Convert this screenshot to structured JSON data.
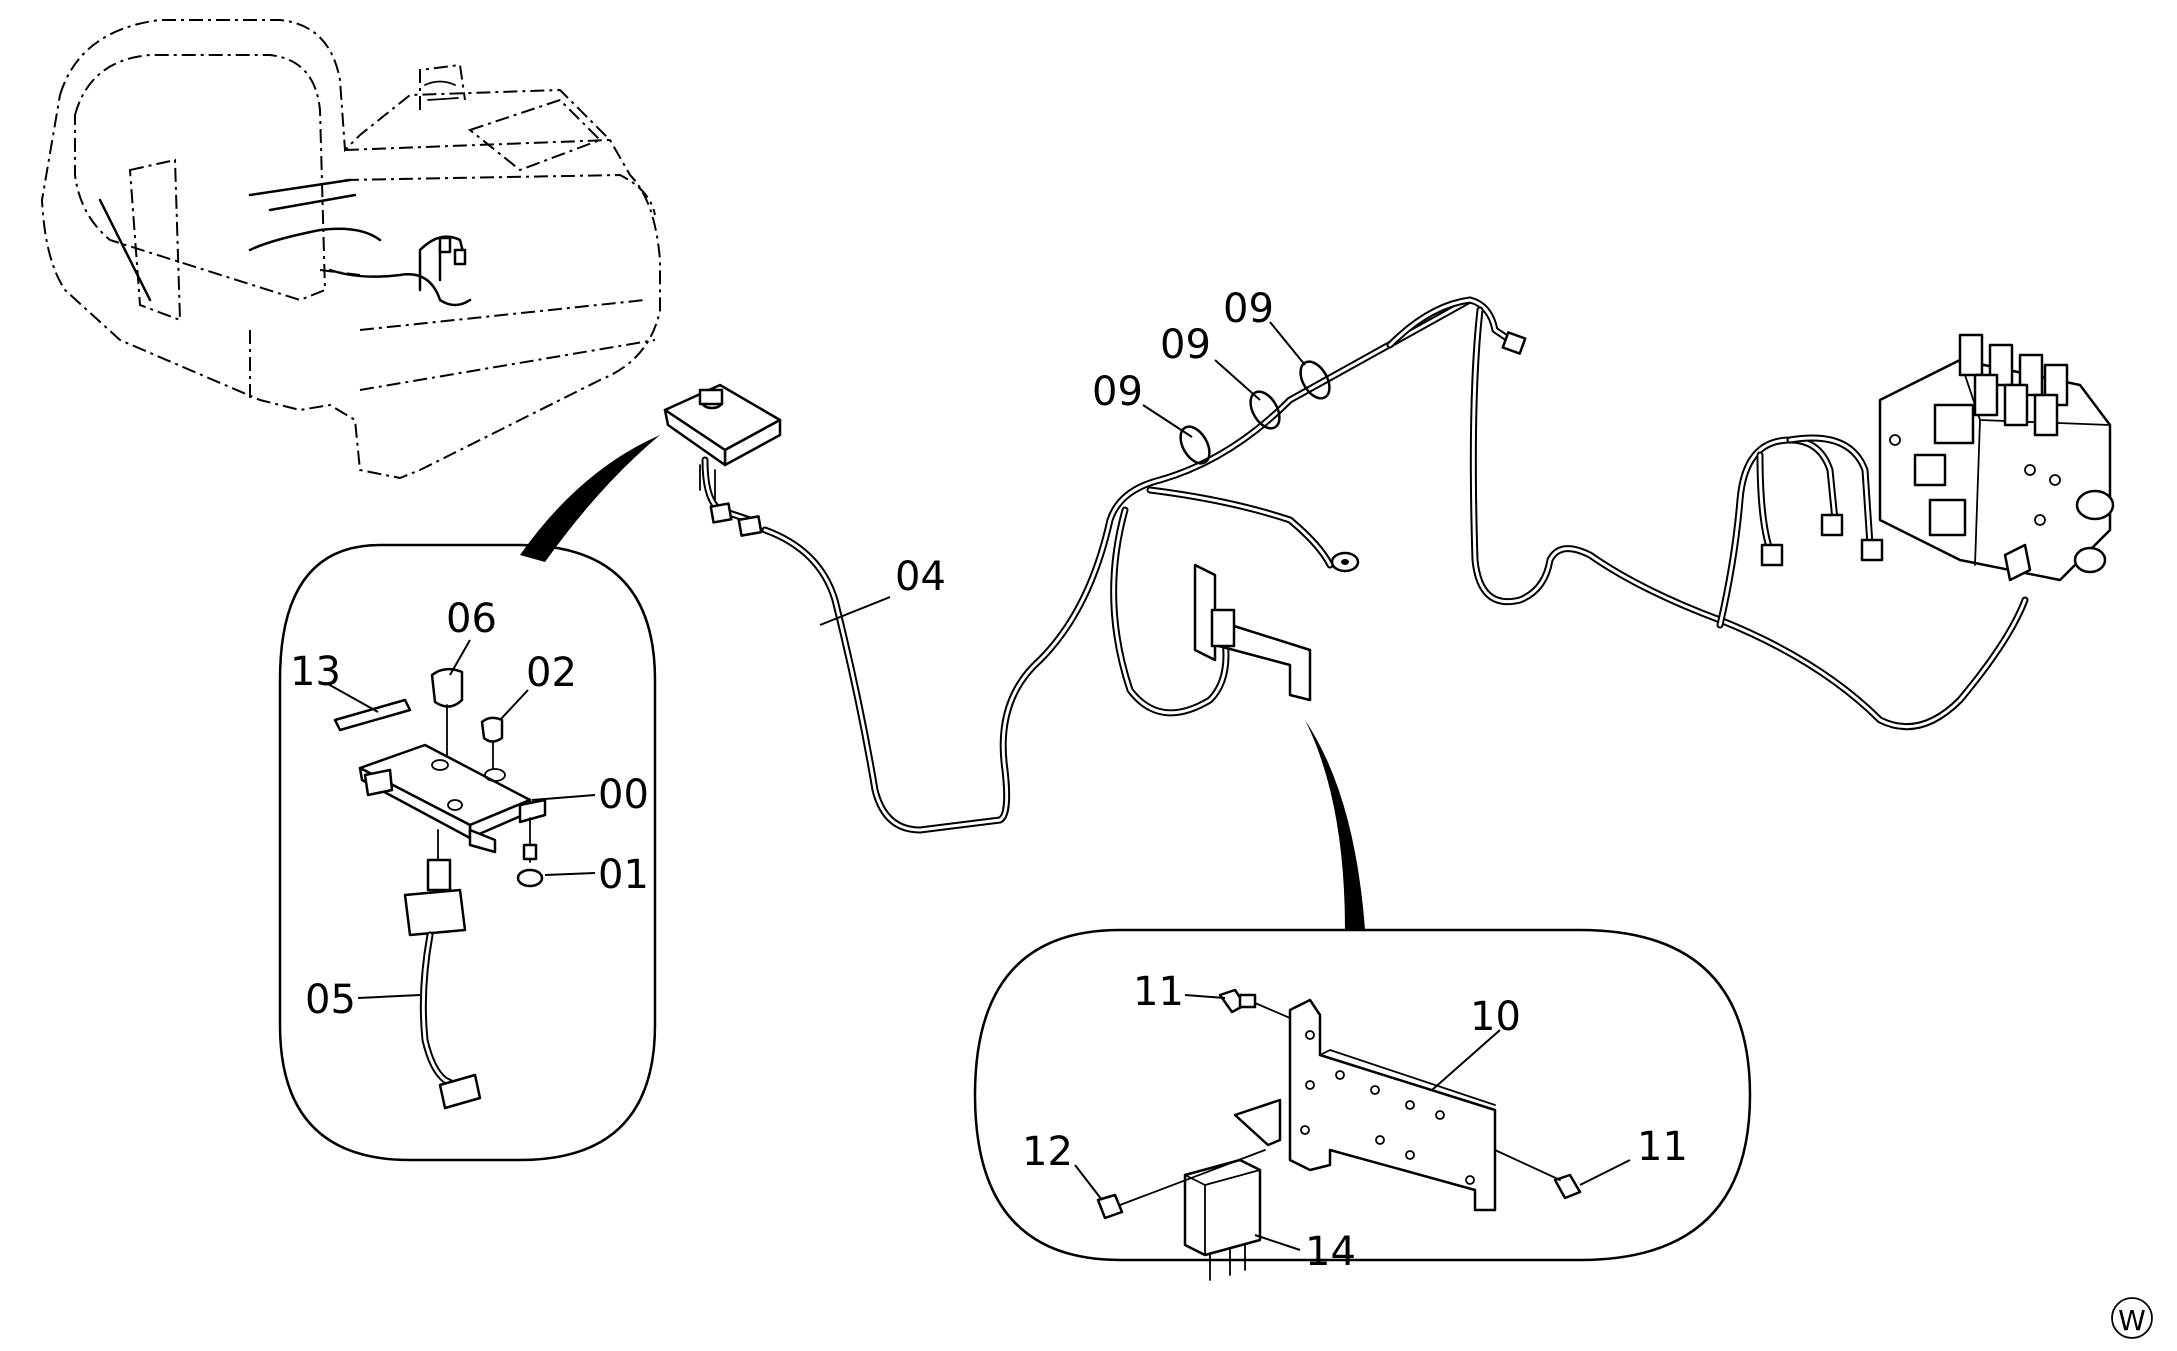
{
  "callouts": {
    "c00": "00",
    "c01": "01",
    "c02": "02",
    "c04": "04",
    "c05": "05",
    "c06": "06",
    "c09a": "09",
    "c09b": "09",
    "c09c": "09",
    "c10": "10",
    "c11a": "11",
    "c11b": "11",
    "c12": "12",
    "c13": "13",
    "c14": "14"
  },
  "corner_mark": "W"
}
